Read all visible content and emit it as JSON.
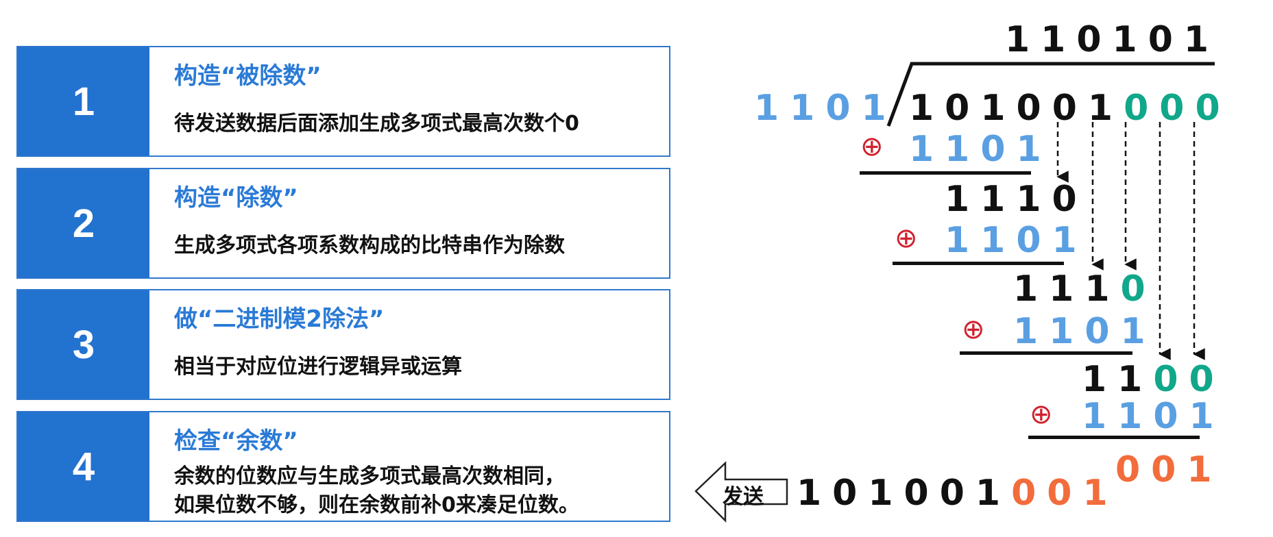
{
  "steps": [
    {
      "number": "1",
      "title": "构造“被除数”",
      "desc": "待发送数据后面添加生成多项式最高次数个0"
    },
    {
      "number": "2",
      "title": "构造“除数”",
      "desc": "生成多项式各项系数构成的比特串作为除数"
    },
    {
      "number": "3",
      "title": "做“二进制模2除法”",
      "desc": "相当于对应位进行逻辑异或运算"
    },
    {
      "number": "4",
      "title": "检查“余数”",
      "desc": "余数的位数应与生成多项式最高次数相同，",
      "desc2": "如果位数不够，则在余数前补0来凑足位数。"
    }
  ],
  "division": {
    "quotient": "110101",
    "divisor": "1101",
    "dividend_data": "101001",
    "dividend_zeros": "000",
    "xor_symbol": "⊕",
    "rows": [
      {
        "subtrahend": "1101",
        "result_black": "1110",
        "result_green": ""
      },
      {
        "subtrahend": "1101",
        "result_black": "111",
        "result_green": "0"
      },
      {
        "subtrahend": "1101",
        "result_black": "11",
        "result_green": "00"
      },
      {
        "subtrahend": "1101",
        "result_black": "",
        "result_green": ""
      }
    ],
    "remainder": "001"
  },
  "send": {
    "label": "发送",
    "data": "101001",
    "crc": "001"
  },
  "colors": {
    "step_block": "#2272d0",
    "title_blue": "#2a7ad6",
    "divisor_blue": "#5a9fe2",
    "padding_green": "#11a78a",
    "remainder_orange": "#f26c3c",
    "xor_red": "#d0222e"
  }
}
